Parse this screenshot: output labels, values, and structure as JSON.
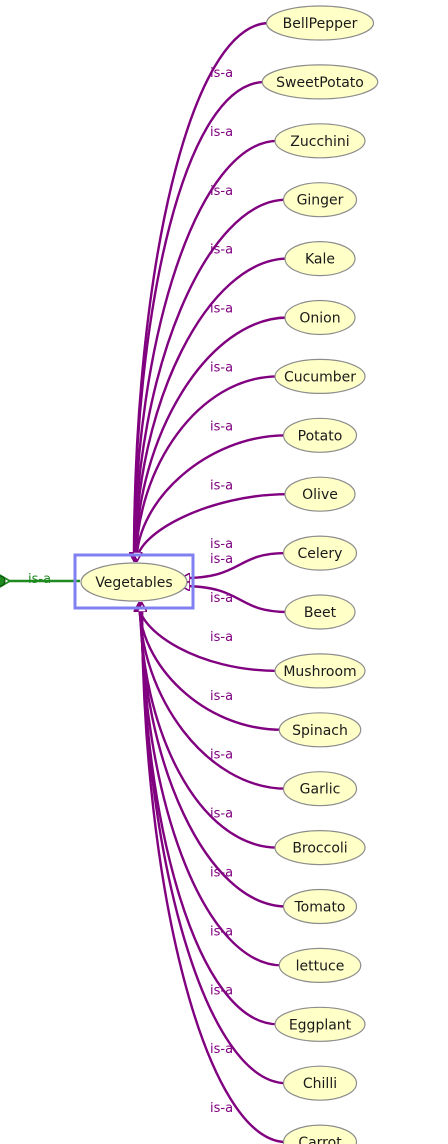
{
  "center": {
    "label": "Vegetables"
  },
  "parent_edge": {
    "label": "is-a"
  },
  "edge_label": "is-a",
  "children": [
    "BellPepper",
    "SweetPotato",
    "Zucchini",
    "Ginger",
    "Kale",
    "Onion",
    "Cucumber",
    "Potato",
    "Olive",
    "Celery",
    "Beet",
    "Mushroom",
    "Spinach",
    "Garlic",
    "Broccoli",
    "Tomato",
    "lettuce",
    "Eggplant",
    "Chilli",
    "Carrot"
  ],
  "colors": {
    "node_fill": "#ffffc8",
    "edge": "#800080",
    "parent_edge": "#1f8a1f",
    "selection": "#8080f0"
  }
}
